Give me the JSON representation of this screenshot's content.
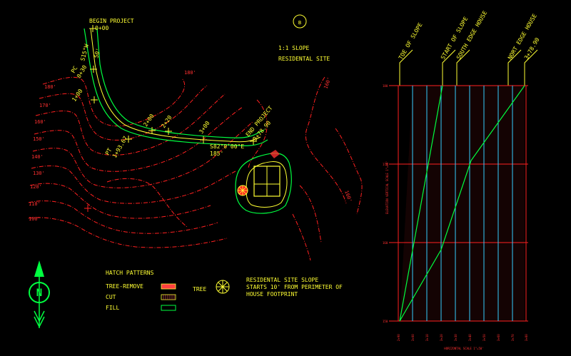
{
  "plan": {
    "begin_project": "BEGIN PROJECT",
    "begin_station": "0+00",
    "pc_label": "PC",
    "pc_station": "0+30",
    "bearing1": "S15°W",
    "dist1": "50'",
    "sta_100": "1+00",
    "pt_label": "PT",
    "pt_station": "1+93.67",
    "sta_200": "2+00",
    "sta_220": "2+20",
    "sta_300": "3+00",
    "bearing2": "S82°0'00\"E",
    "dist2": "185'",
    "end_project": "END PROJECT",
    "end_station": "3+78.90",
    "section_marker": "B",
    "title_line1": "1:1 SLOPE",
    "title_line2": "RESIDENTAL SITE",
    "contours": [
      "180'",
      "170'",
      "160'",
      "150'",
      "140'",
      "130'",
      "120'",
      "110'",
      "100'"
    ],
    "contour_right_top": "180'",
    "contour_right_mid": "160'",
    "contour_right_low": "160'"
  },
  "legend": {
    "title": "HATCH PATTERNS",
    "items": [
      "TREE-REMOVE",
      "CUT",
      "FILL"
    ],
    "tree_label": "TREE",
    "note_line1": "RESIDENTAL SITE SLOPE",
    "note_line2": "STARTS 10' FROM PERIMETER OF",
    "note_line3": "HOUSE FOOTPRINT"
  },
  "north_arrow": {
    "letter": "N"
  },
  "profile": {
    "headers": [
      "TOE OF SLOPE",
      "START OF SLOPE",
      "SOUTH EDGE HOUSE",
      "NORT EDGE HOUSE",
      "3+78.90"
    ],
    "elev_ticks": [
      "180",
      "170",
      "160",
      "150"
    ],
    "vertical_scale": "ELEVATION VERTICAL SCALE 1\"=10'",
    "horizontal_scale": "HORIZONTAL SCALE 1\"=50'",
    "stations": [
      "2+90",
      "3+00",
      "3+10",
      "3+20",
      "3+30",
      "3+40",
      "3+50",
      "3+60",
      "3+70",
      "3+80"
    ]
  },
  "colors": {
    "background": "#000000",
    "contour": "#ff2020",
    "road": "#00ff40",
    "text": "#ffff33",
    "structure": "#ffff33",
    "cyan_lines": "#33ccff",
    "grid_red": "#ff2020"
  }
}
